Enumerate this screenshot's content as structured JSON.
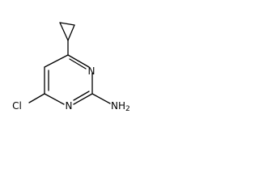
{
  "molecule": {
    "atoms": {
      "n1": "N",
      "n3": "N",
      "cl": "Cl",
      "nh2": "NH2"
    }
  },
  "colors": {
    "bond": "#000000",
    "label": "#000000",
    "background": "#ffffff"
  }
}
